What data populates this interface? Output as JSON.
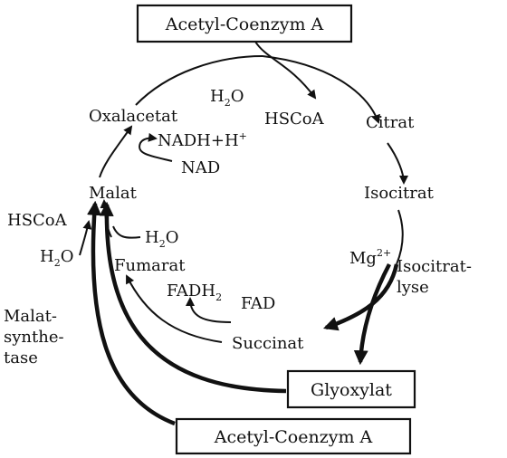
{
  "boxes": {
    "top": "Acetyl-Coenzym A",
    "glyoxylat": "Glyoxylat",
    "bottom": "Acetyl-Coenzym A"
  },
  "labels": {
    "h2o_top": "H",
    "h2o_top_sub": "2",
    "h2o_top_o": "O",
    "hscoa_top": "HSCoA",
    "citrat": "Citrat",
    "oxalacetat": "Oxalacetat",
    "nadh": "NADH+H",
    "nadh_sup": "+",
    "nad": "NAD",
    "malat": "Malat",
    "isocitrat": "Isocitrat",
    "hscoa_left": "HSCoA",
    "h2o_left": "H",
    "h2o_left_sub": "2",
    "h2o_left_o": "O",
    "h2o_mid": "H",
    "h2o_mid_sub": "2",
    "h2o_mid_o": "O",
    "fumarat": "Fumarat",
    "mg": "Mg",
    "mg_sup": "2+",
    "isocitratlyse_1": "Isocitrat-",
    "isocitratlyse_2": "lyse",
    "fadh": "FADH",
    "fadh_sub": "2",
    "fad": "FAD",
    "malatsynth_1": "Malat-",
    "malatsynth_2": "synthe-",
    "malatsynth_3": "tase",
    "succinat": "Succinat"
  }
}
